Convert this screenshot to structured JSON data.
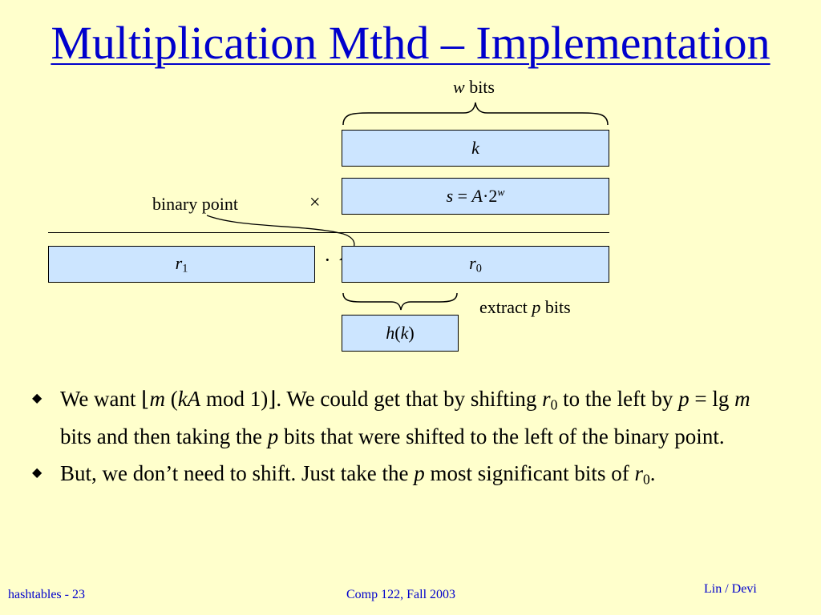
{
  "slide": {
    "title": "Multiplication Mthd – Implementation"
  },
  "diagram": {
    "w_var": "w",
    "w_bits_text": "bits",
    "k_label": "k",
    "s_var": "s",
    "s_eq": " = ",
    "s_A": "A",
    "s_rest": "·2",
    "s_sup": "w",
    "times_symbol": "×",
    "binary_point_label": "binary point",
    "dot": "·",
    "r1_var": "r",
    "r1_sub": "1",
    "r0_var": "r",
    "r0_sub": "0",
    "extract_pre": "extract ",
    "extract_var": "p",
    "extract_post": " bits",
    "hk_h": "h",
    "hk_open": "(",
    "hk_k": "k",
    "hk_close": ")"
  },
  "bullets": [
    {
      "t1": "We want ",
      "floor_l": "⌊",
      "m": "m",
      "t2": " (",
      "kA": "kA",
      "t3": " mod 1)",
      "floor_r": "⌋",
      "t4": ". We could get that by shifting ",
      "r": "r",
      "r_sub": "0",
      "t5": " to the left by ",
      "p": "p",
      "t6": " = lg ",
      "m2": "m",
      "t7": " bits and then taking the ",
      "p2": "p",
      "t8": " bits that were shifted to the left of the binary point."
    },
    {
      "t1": "But, we don’t need to shift. Just take the ",
      "p": "p",
      "t2": " most significant bits of ",
      "r": "r",
      "r_sub": "0",
      "t3": "."
    }
  ],
  "footer": {
    "left": "hashtables - 23",
    "center": "Comp 122, Fall 2003",
    "right": "Lin / Devi"
  }
}
